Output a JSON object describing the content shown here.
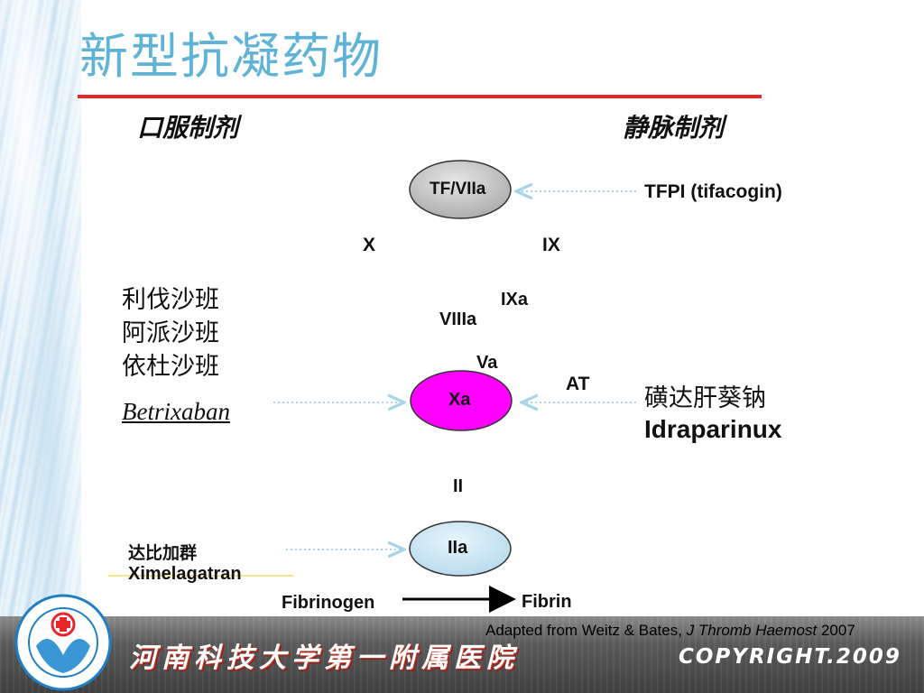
{
  "title": "新型抗凝药物",
  "headings": {
    "oral": "口服制剂",
    "iv": "静脉制剂"
  },
  "nodes": {
    "tf_viia": "TF/VIIa",
    "xa": "Xa",
    "iia": "IIa"
  },
  "factors": {
    "x": "X",
    "ix": "IX",
    "ixa": "IXa",
    "viiia": "VIIIa",
    "va": "Va",
    "at": "AT",
    "ii": "II",
    "fibrinogen": "Fibrinogen",
    "fibrin": "Fibrin"
  },
  "drugs": {
    "tfpi": "TFPI (tifacogin)",
    "xa_inhibitors_cn": [
      "利伐沙班",
      "阿派沙班",
      "依杜沙班"
    ],
    "betrixaban": "Betrixaban",
    "idraparinux_cn": "磺达肝葵钠",
    "idraparinux": "Idraparinux",
    "ximelagatran_cn": "达比加群",
    "ximelagatran": "Ximelagatran"
  },
  "source": {
    "prefix": "Adapted from Weitz & Bates, ",
    "journal": "J Thromb Haemost",
    "year": " 2007"
  },
  "footer": {
    "hospital": "河南科技大学第一附属医院",
    "copyright": "COPYRIGHT.2009"
  },
  "colors": {
    "title": "#5fb3d6",
    "rule": "#e8252a",
    "tf_node": "#bfbfbf",
    "xa_node": "#ff00ff",
    "iia_node": "#c7e4f3",
    "inhibitor_arrow": "#a8d4ea"
  }
}
